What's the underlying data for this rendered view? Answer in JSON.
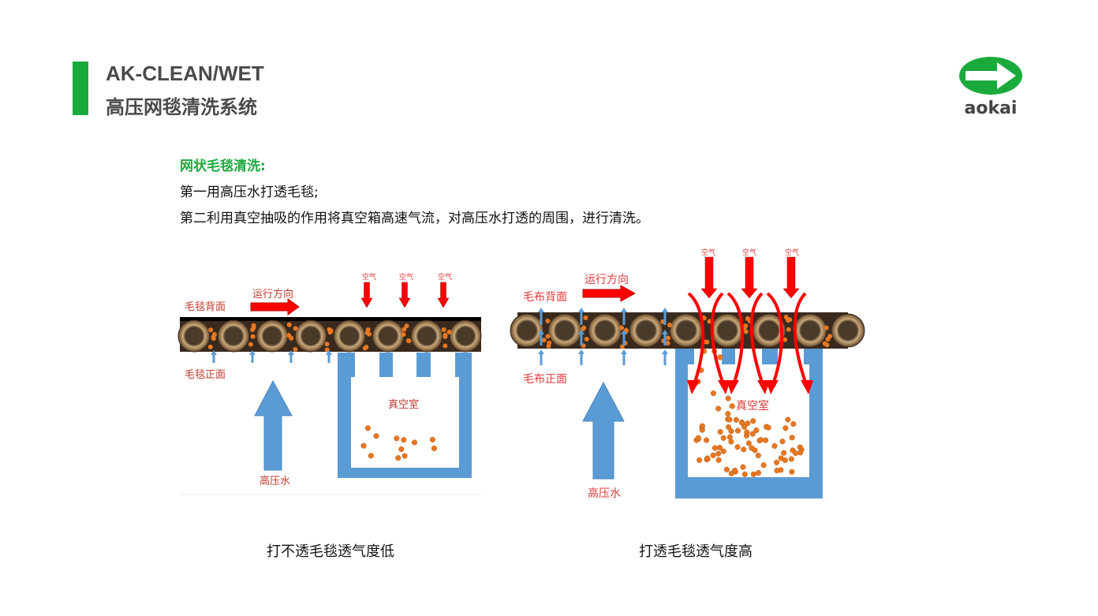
{
  "header": {
    "title_en": "AK-CLEAN/WET",
    "title_cn": "高压网毯清洗系统"
  },
  "logo": {
    "text": "aokai",
    "color": "#1aaa3c"
  },
  "intro": {
    "heading": "网状毛毯清洗:",
    "line1": "第一用高压水打透毛毯;",
    "line2": "第二利用真空抽吸的作用将真空箱高速气流，对高压水打透的周围，进行清洗。"
  },
  "left_diagram": {
    "back_label": "毛毯背面",
    "front_label": "毛毯正面",
    "direction_label": "运行方向",
    "air_labels": [
      "空气",
      "空气",
      "空气"
    ],
    "chamber_label": "真空室",
    "water_label": "高压水",
    "caption": "打不透毛毯透气度低"
  },
  "right_diagram": {
    "back_label": "毛布背面",
    "front_label": "毛布正面",
    "direction_label": "运行方向",
    "air_labels": [
      "空气",
      "空气",
      "空气"
    ],
    "chamber_label": "真空室",
    "water_label": "高压水",
    "caption": "打透毛毯透气度高"
  },
  "colors": {
    "accent": "#1aaa3c",
    "blue": "#5b9bd5",
    "red": "#ff0000",
    "dot": "#e87722"
  }
}
